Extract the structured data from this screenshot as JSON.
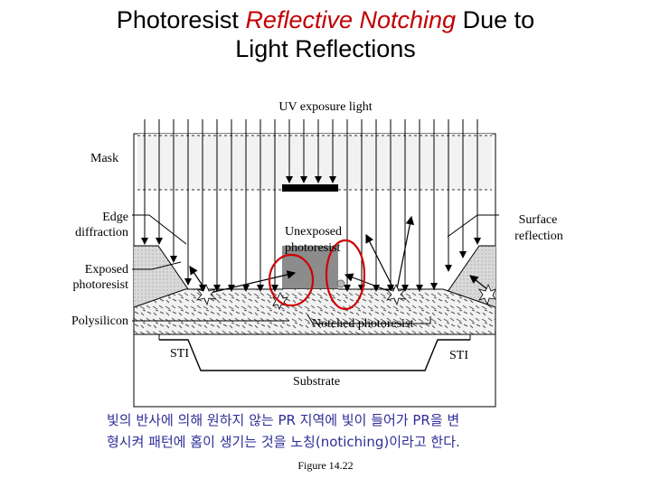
{
  "title": {
    "part1": "Photoresist ",
    "highlight": "Reflective Notching",
    "part2": " Due to",
    "line2": "Light Reflections"
  },
  "labels": {
    "uv": "UV exposure light",
    "mask": "Mask",
    "edge_1": "Edge",
    "edge_2": "diffraction",
    "unexposed_1": "Unexposed",
    "unexposed_2": "photoresist",
    "surface_1": "Surface",
    "surface_2": "reflection",
    "exposed_1": "Exposed",
    "exposed_2": "photoresist",
    "polysilicon": "Polysilicon",
    "notched": "Notched photoresist",
    "sti_left": "STI",
    "sti_right": "STI",
    "substrate": "Substrate"
  },
  "caption_ko": {
    "line1": "빛의 반사에 의해 원하지 않는 PR 지역에 빛이 들어가 PR을 변",
    "line2": "형시켜 패턴에 홈이 생기는 것을 노칭(notiching)이라고 한다."
  },
  "figure_label": "Figure 14.22",
  "colors": {
    "title_highlight": "#c00000",
    "circle": "#d00000",
    "caption": "#2e2e99"
  }
}
